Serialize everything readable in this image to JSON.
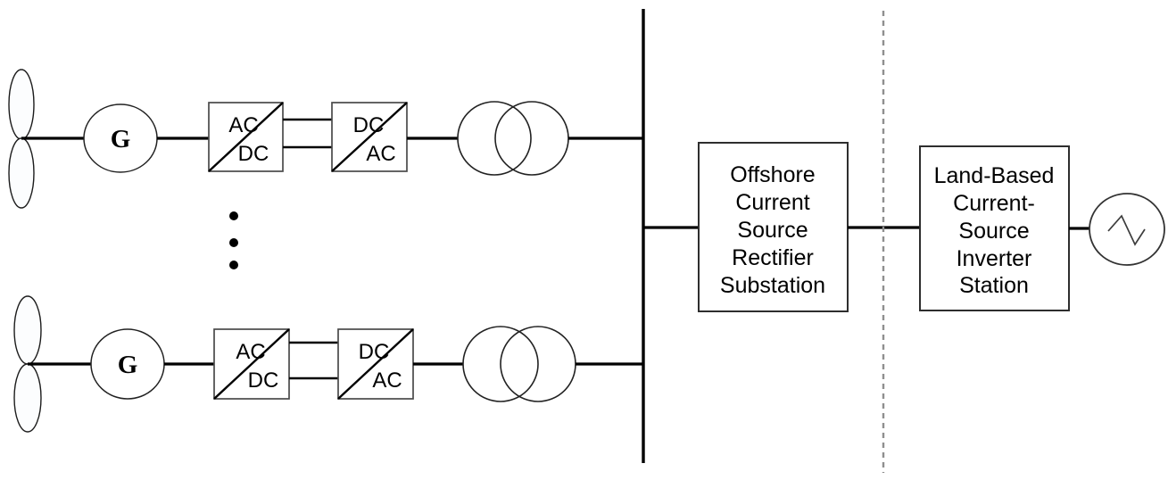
{
  "colors": {
    "line": "#000000",
    "text": "#000000",
    "box_border": "#2e2e2e",
    "offshore_boundary_dash": "#8f8f8f",
    "background": "#ffffff"
  },
  "strings": {
    "top": {
      "generator": "G",
      "rectifier": {
        "input": "AC",
        "output": "DC"
      },
      "inverter": {
        "input": "DC",
        "output": "AC"
      }
    },
    "bottom": {
      "generator": "G",
      "rectifier": {
        "input": "AC",
        "output": "DC"
      },
      "inverter": {
        "input": "DC",
        "output": "AC"
      }
    }
  },
  "offshore_substation": {
    "label_lines": [
      "Offshore",
      "Current",
      "Source",
      "Rectifier",
      "Substation"
    ]
  },
  "land_station": {
    "label_lines": [
      "Land-Based",
      "Current-",
      "Source",
      "Inverter",
      "Station"
    ]
  }
}
